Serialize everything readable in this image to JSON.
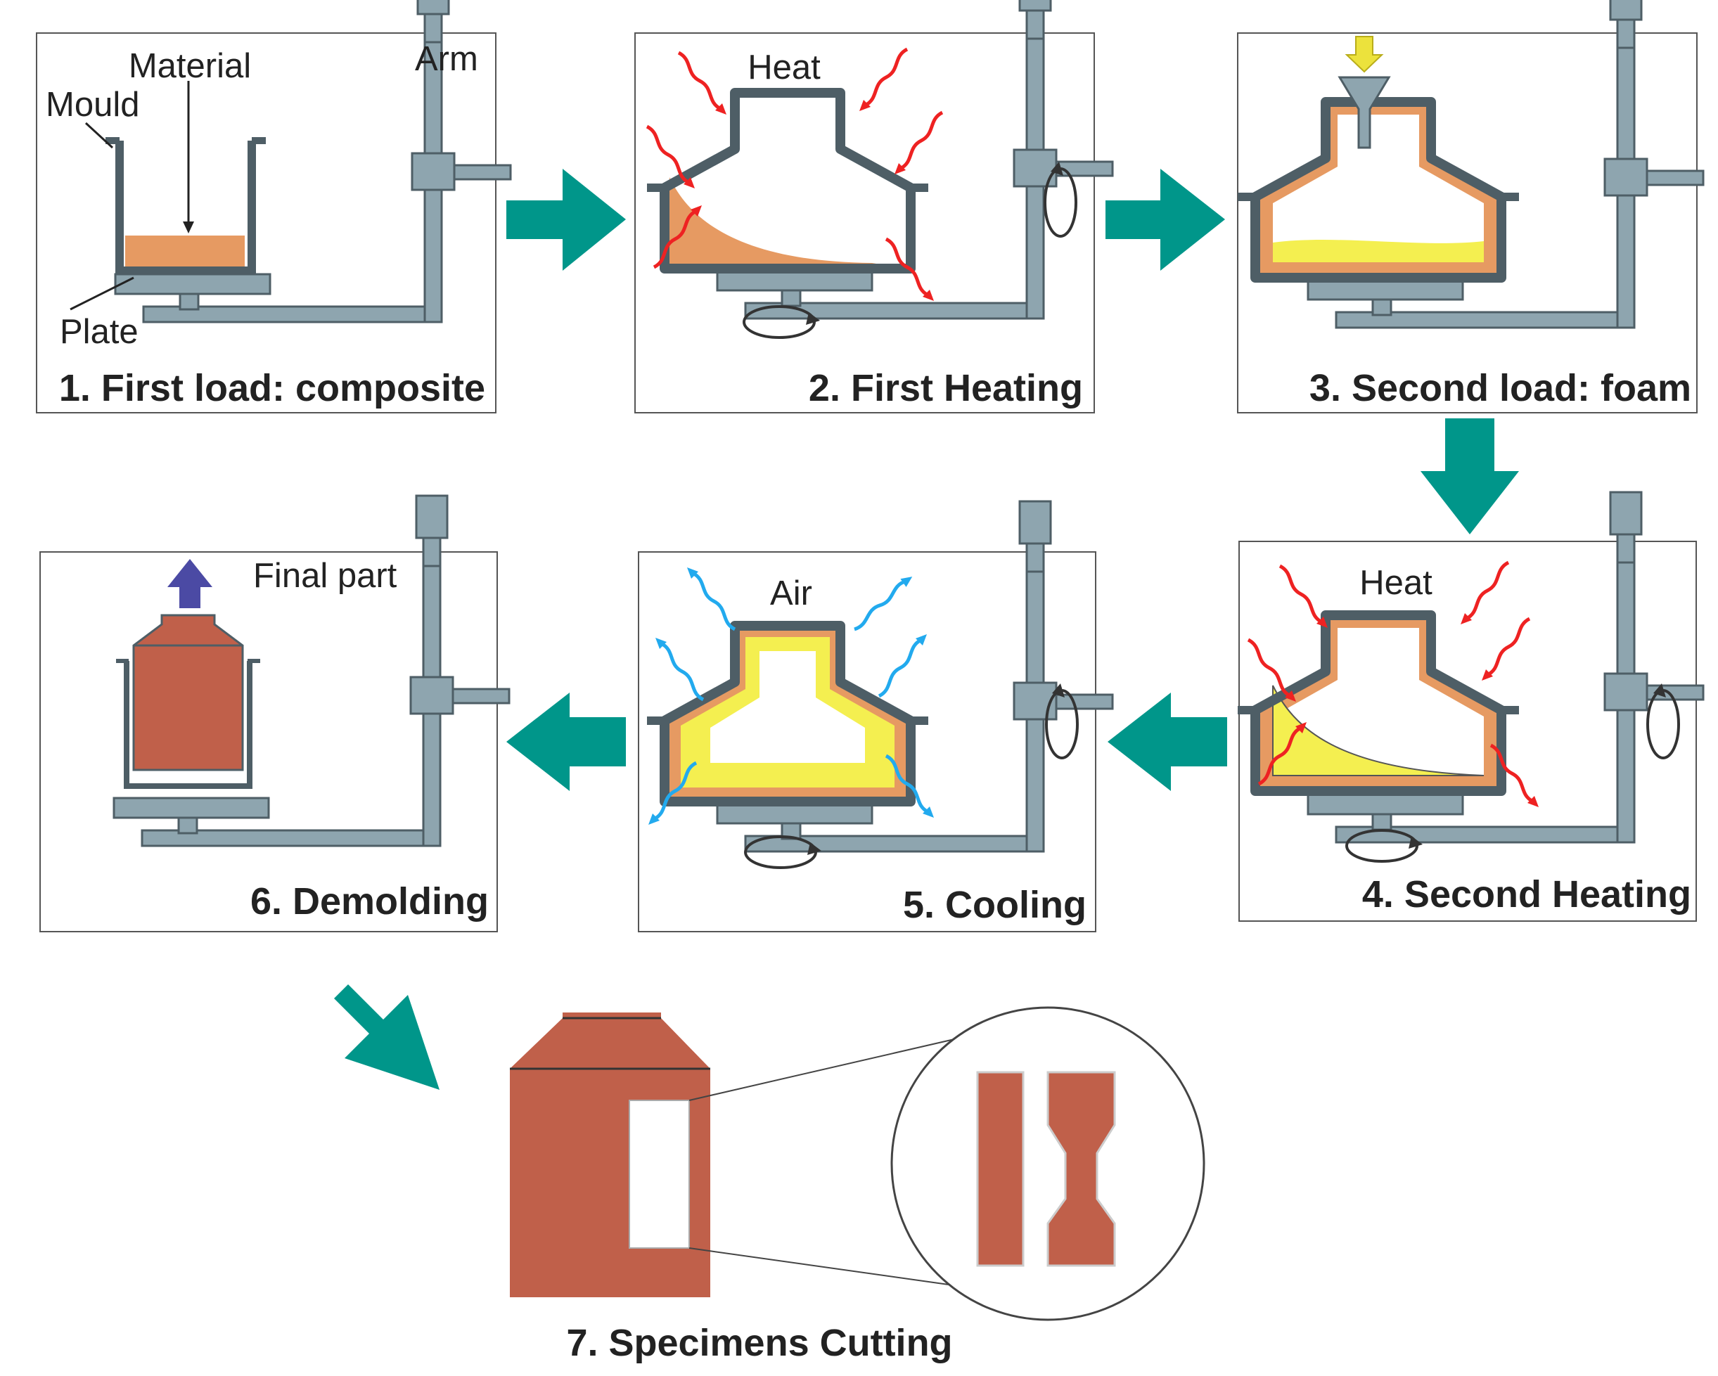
{
  "colors": {
    "arrow_teal": "#00968a",
    "steel": "#8ea5af",
    "steel_dark": "#4e5e66",
    "composite": "#e69a62",
    "foam": "#f4ef50",
    "part": "#c0604a",
    "heat": "#ee2222",
    "air": "#22aaee",
    "up_arrow": "#4b4aa4",
    "load_arrow": "#ece23c"
  },
  "steps": [
    {
      "caption": "1. First load: composite",
      "labels": {
        "material": "Material",
        "mould": "Mould",
        "arm": "Arm",
        "plate": "Plate"
      }
    },
    {
      "caption": "2. First Heating",
      "labels": {
        "heat": "Heat"
      }
    },
    {
      "caption": "3. Second load: foam"
    },
    {
      "caption": "4. Second Heating",
      "labels": {
        "heat": "Heat"
      }
    },
    {
      "caption": "5. Cooling",
      "labels": {
        "air": "Air"
      }
    },
    {
      "caption": "6. Demolding",
      "labels": {
        "final_part": "Final part"
      }
    },
    {
      "caption": "7. Specimens Cutting"
    }
  ]
}
